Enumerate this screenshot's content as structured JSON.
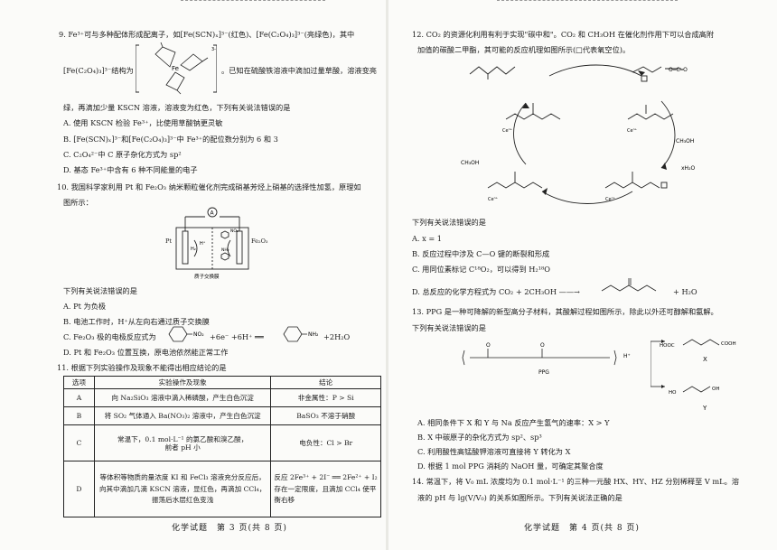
{
  "left": {
    "q9": {
      "l1": "9. Fe³⁺可与多种配体形成配离子，如[Fe(SCN)ₓ]³⁻(红色)、[Fe(C₂O₄)₃]³⁻(亮绿色)，其中",
      "l2a": "[Fe(C₂O₄)₃]³⁻结构为",
      "l2b": "。已知在硫酸铁溶液中滴加过量草酸，溶液变亮",
      "l3": "绿，再滴加少量 KSCN 溶液，溶液变为红色，下列有关说法错误的是",
      "A": "A. 使用 KSCN 检验 Fe³⁺，比使用草酸钠更灵敏",
      "B": "B. [Fe(SCN)ₓ]³⁻和[Fe(C₂O₄)₃]³⁻中 Fe³⁺的配位数分别为 6 和 3",
      "C": "C. C₂O₄²⁻中 C 原子杂化方式为 sp²",
      "D": "D. 基态 Fe³⁺中含有 6 种不同能量的电子"
    },
    "q10": {
      "l1": "10. 我国科学家利用 Pt 和 Fe₂O₃ 纳米颗粒催化剂完成硝基芳烃上硝基的选择性加氢，原理如",
      "l2": "图所示：",
      "ammeter": "A",
      "pt": "Pt",
      "fe2o3": "Fe₂O₃",
      "h2": "H₂",
      "hplus": "H⁺",
      "no2": "NO₂",
      "nh2": "NH₂",
      "membrane": "质子交换膜",
      "stem": "下列有关说法错误的是",
      "A": "A. Pt 为负极",
      "B": "B. 电池工作时，H⁺从左向右通过质子交换膜",
      "C1": "C. Fe₂O₃ 极的电极反应式为",
      "C2": "+6e⁻ +6H⁺ ══",
      "C3": "+2H₂O",
      "D": "D. Pt 和 Fe₂O₃ 位置互换，原电池依然能正常工作"
    },
    "q11": {
      "l1": "11. 根据下列实验操作及现象不能得出相应结论的是",
      "headers": [
        "选项",
        "实验操作及现象",
        "结论"
      ],
      "rows": [
        [
          "A",
          "向 Na₂SiO₃ 溶液中滴入稀磷酸，产生白色沉淀",
          "非金属性：P > Si"
        ],
        [
          "B",
          "将 SO₂ 气体通入 Ba(NO₃)₂ 溶液中，产生白色沉淀",
          "BaSO₃ 不溶于硝酸"
        ],
        [
          "C",
          "常温下，0.1 mol·L⁻¹ 的氯乙酸和溴乙酸，前者 pH 小",
          "电负性：Cl > Br"
        ],
        [
          "D",
          "等体积等物质的量浓度 KI 和 FeCl₃ 溶液充分反应后，向其中滴加几滴 KSCN 溶液，显红色，再滴加 CCl₄，振荡后水层红色变浅",
          "反应 2Fe³⁺ + 2I⁻ ══ 2Fe²⁺ + I₂ 存在一定限度，且滴加 CCl₄ 使平衡右移"
        ]
      ]
    },
    "footer": "化学试题　第 3 页(共 8 页)"
  },
  "right": {
    "q12": {
      "l1": "12. CO₂ 的资源化利用有利于实现\"碳中和\"。CO₂ 和 CH₃OH 在催化剂作用下可以合成高附",
      "l2": "加值的碳酸二甲酯，其可能的反应机理如图所示(□代表氧空位)。",
      "ch3oh1": "CH₃OH",
      "ch3oh2": "CH₃OH",
      "xh2o": "xH₂O",
      "stem": "下列有关说法错误的是",
      "A": "A. x = 1",
      "B": "B. 反应过程中涉及 C—O 键的断裂和形成",
      "C": "C. 用同位素标记 C¹⁸O₂，可以得到 H₂¹⁸O",
      "D1": "D. 总反应的化学方程式为 CO₂ + 2CH₃OH ——→",
      "D2": "+ H₂O"
    },
    "q13": {
      "l1": "13. PPG 是一种可降解的新型高分子材料，其酸解过程如图所示，除此以外还可醇解和氨解。",
      "stem": "下列有关说法错误的是",
      "ppg": "PPG",
      "hplus": "H⁺",
      "x": "X",
      "y": "Y",
      "A": "A. 相同条件下 X 和 Y 与 Na 反应产生氢气的速率：X > Y",
      "B": "B. X 中碳原子的杂化方式为 sp²、sp³",
      "C": "C. 利用酸性高锰酸钾溶液可直接将 Y 转化为 X",
      "D": "D. 根据 1 mol PPG 消耗的 NaOH 量，可确定其聚合度"
    },
    "q14": {
      "l1": "14. 常温下，将 V₀ mL 浓度均为 0.1 mol·L⁻¹ 的三种一元酸 HX、HY、HZ 分别稀释至 V mL。溶",
      "l2": "液的 pH 与 lg(V/V₀) 的关系如图所示。下列有关说法正确的是"
    },
    "footer": "化学试题　第 4 页(共 8 页)"
  }
}
